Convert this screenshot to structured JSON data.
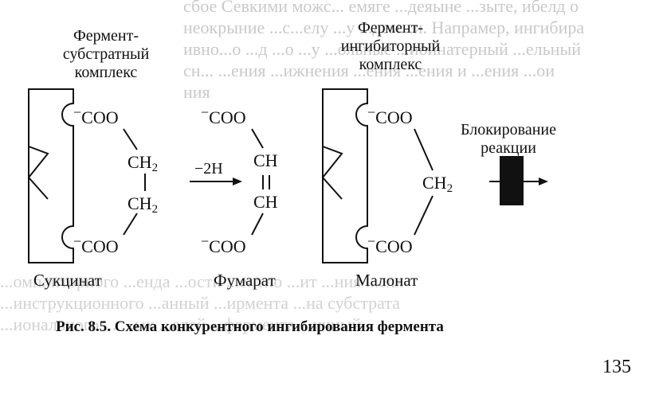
{
  "background_text": [
    "сбое Севкими можс... емяге ...деяыне ...зыте, ибелд о",
    "неокрыние ...с...елу ...у ...дем...и. Напрамер, ингибира",
    "ивно...о ...д ...о ...у ...ольные ...иоинатерный ...ельный",
    "сн... ...ения ...ижнения ...ения ...ения и ...ения ...ои",
    "ния"
  ],
  "background_text_bottom": [
    "...омплиторного ...енда ...ости ...ентно ...ит ...ния ...еля",
    "...инструкционного ...анный ...ирмента ...на субстрата",
    "...ионального ... ...ых ...елей ...фермента ...ичный"
  ],
  "labels": {
    "enzyme_substrate_complex": "Фермент-\nсубстратный\nкомплекс",
    "enzyme_inhibitor_complex": "Фермент-\nингибиторный\nкомплекс",
    "blocking": "Блокирование\nреакции",
    "reaction_condition": "−2H"
  },
  "chemistry": {
    "coo": "COO",
    "ch2": "CH",
    "ch2_subscript": "2",
    "ch": "CH",
    "minus": "−"
  },
  "molecule_names": {
    "succinate": "Сукцинат",
    "fumarate": "Фумарат",
    "malonate": "Малонат"
  },
  "caption": "Рис. 8.5. Схема конкурентного ингибирования фермента",
  "page_number": "135"
}
